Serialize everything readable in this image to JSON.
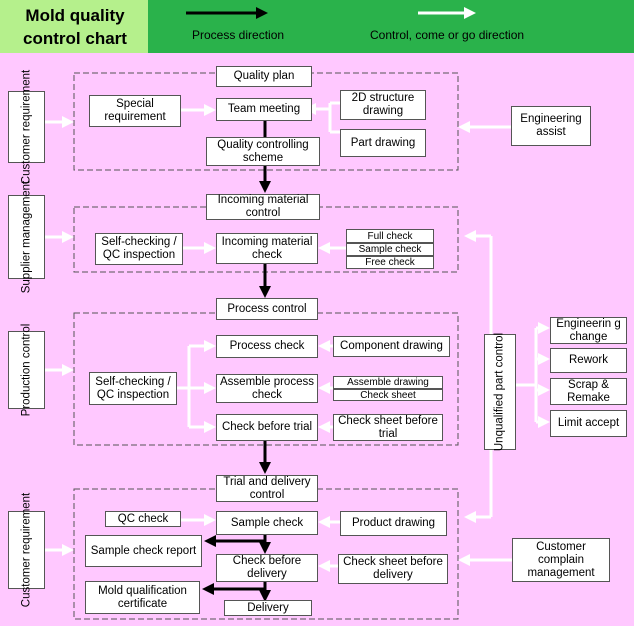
{
  "header": {
    "title": "Mold quality control chart",
    "legend_process": "Process direction",
    "legend_control": "Control, come or go direction"
  },
  "side_labels": {
    "customer_requirement_1": "Customer requirement",
    "supplier_management": "Supplier management",
    "production_control": "Production control",
    "customer_requirement_2": "Customer requirement"
  },
  "quality_plan": {
    "title": "Quality plan",
    "special_requirement": "Special requirement",
    "team_meeting": "Team meeting",
    "structure_drawing": "2D structure drawing",
    "part_drawing": "Part drawing",
    "quality_controlling_scheme": "Quality controlling scheme",
    "engineering_assist": "Engineering assist"
  },
  "incoming": {
    "title": "Incoming material control",
    "self_checking": "Self-checking / QC inspection",
    "incoming_check": "Incoming material check",
    "full_check": "Full check",
    "sample_check": "Sample check",
    "free_check": "Free check"
  },
  "process": {
    "title": "Process control",
    "self_checking": "Self-checking / QC inspection",
    "process_check": "Process check",
    "assemble_process_check": "Assemble process check",
    "check_before_trial": "Check before trial",
    "component_drawing": "Component drawing",
    "assemble_drawing": "Assemble drawing",
    "check_sheet": "Check sheet",
    "check_sheet_before_trial": "Check sheet before trial"
  },
  "unqualified": {
    "label": "Unqualified part control",
    "engineering_change": "Engineerin g change",
    "rework": "Rework",
    "scrap_remake": "Scrap & Remake",
    "limit_accept": "Limit accept"
  },
  "trial": {
    "title": "Trial and delivery control",
    "qc_check": "QC check",
    "sample_check": "Sample check",
    "product_drawing": "Product drawing",
    "sample_check_report": "Sample check report",
    "check_before_delivery": "Check before delivery",
    "check_sheet_before_delivery": "Check sheet before delivery",
    "mold_qualification_certificate": "Mold qualification certificate",
    "delivery": "Delivery",
    "customer_complain": "Customer complain management"
  },
  "colors": {
    "background": "#ffc8ff",
    "header_green": "#2ab24b",
    "title_green": "#b5f08c",
    "process_arrow": "#000000",
    "control_arrow": "#ffffff"
  }
}
